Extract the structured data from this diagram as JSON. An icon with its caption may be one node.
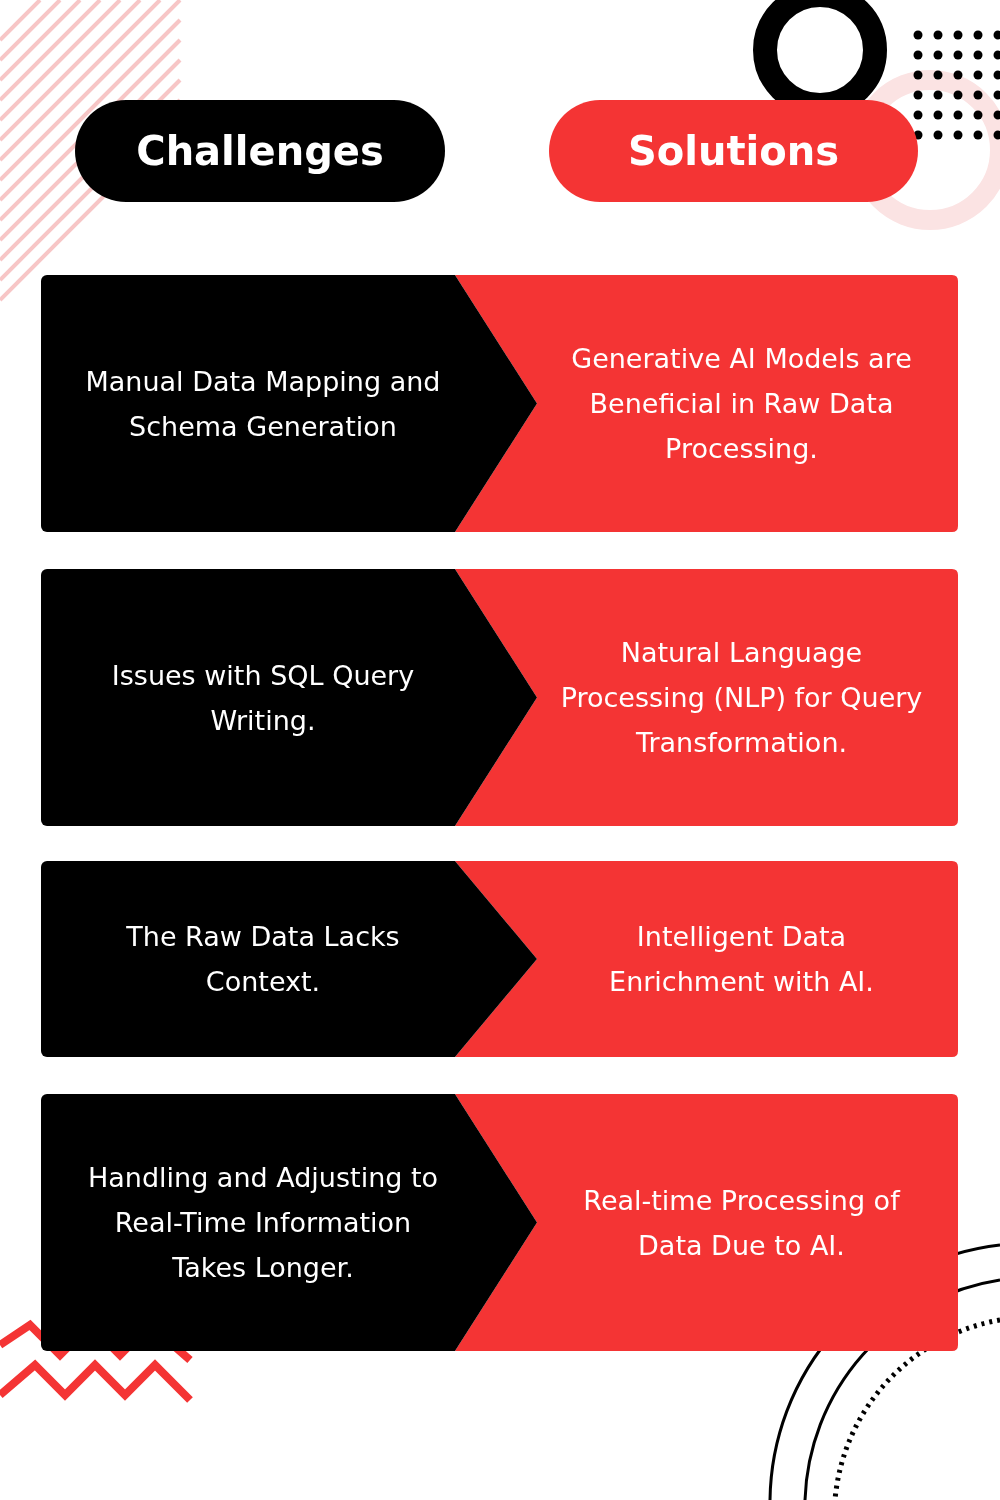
{
  "diagram": {
    "nodes": [
      {
        "text": [
          "Challenges"
        ]
      },
      {
        "text": [
          "Solutions"
        ]
      },
      {
        "text": [
          "Manual Data Mapping and Schema Generation"
        ]
      },
      {
        "text": [
          "Generative AI Models are Beneficial in Raw Data Processing."
        ]
      },
      {
        "text": [
          "Issues with SQL Query Writing."
        ]
      },
      {
        "text": [
          "Natural Language Processing (NLP) for Query Transformation."
        ]
      },
      {
        "text": [
          "The Raw Data Lacks Context."
        ]
      },
      {
        "text": [
          "Intelligent Data Enrichment with AI."
        ]
      },
      {
        "text": [
          "Handling and Adjusting to Real-Time Information Takes Longer."
        ]
      },
      {
        "text": [
          "Real-time Processing of Data Due to AI."
        ]
      }
    ],
    "edges": [
      {
        "from": 2,
        "to": 3,
        "arrow": "to"
      },
      {
        "from": 4,
        "to": 5,
        "arrow": "to"
      },
      {
        "from": 6,
        "to": 7,
        "arrow": "to"
      },
      {
        "from": 8,
        "to": 9,
        "arrow": "to"
      }
    ]
  }
}
